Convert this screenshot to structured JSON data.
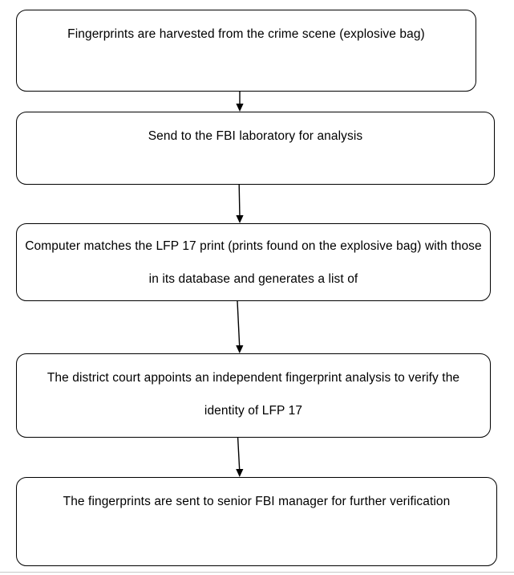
{
  "diagram": {
    "title": "Fingerprint evidence handling process flowchart",
    "orientation": "top-to-bottom",
    "background_color": "#ffffff",
    "border_color": "#000000",
    "text_color": "#000000",
    "nodes": [
      {
        "id": "node-1",
        "shape": "rounded-rectangle",
        "text": "Fingerprints are harvested from the crime scene (explosive bag)"
      },
      {
        "id": "node-2",
        "shape": "rounded-rectangle",
        "text": "Send to the FBI laboratory for analysis"
      },
      {
        "id": "node-3",
        "shape": "rounded-rectangle",
        "text": "Computer matches the LFP 17 print (prints found on the explosive bag) with those in its database and generates a list of"
      },
      {
        "id": "node-4",
        "shape": "rounded-rectangle",
        "text": "The district court appoints an independent fingerprint analysis to verify the identity of LFP 17"
      },
      {
        "id": "node-5",
        "shape": "rounded-rectangle",
        "text": "The fingerprints are sent to senior FBI manager for further verification"
      }
    ],
    "connectors": [
      {
        "id": "arrow-1",
        "from": "node-1",
        "to": "node-2",
        "style": "solid-arrow-down"
      },
      {
        "id": "arrow-2",
        "from": "node-2",
        "to": "node-3",
        "style": "solid-arrow-down"
      },
      {
        "id": "arrow-3",
        "from": "node-3",
        "to": "node-4",
        "style": "solid-arrow-down"
      },
      {
        "id": "arrow-4",
        "from": "node-4",
        "to": "node-5",
        "style": "solid-arrow-down"
      }
    ]
  }
}
